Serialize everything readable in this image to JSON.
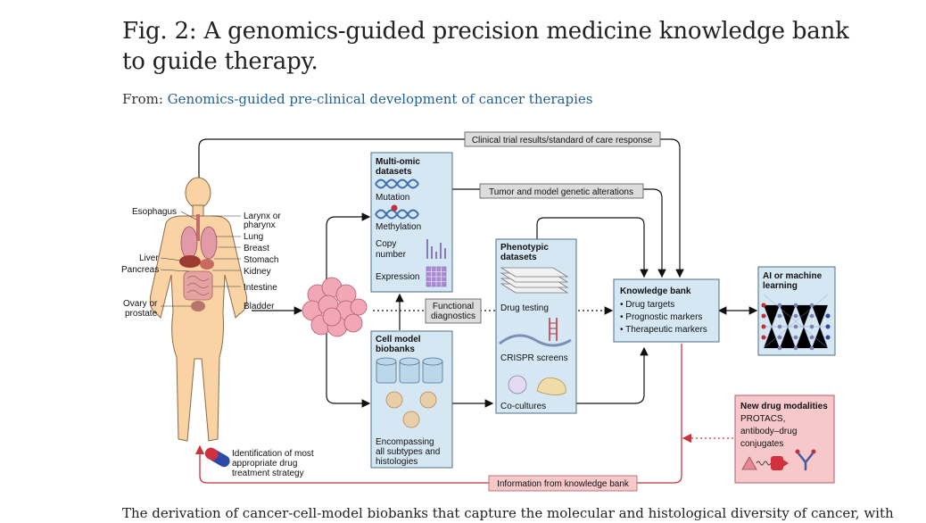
{
  "page": {
    "title": "Fig. 2: A genomics-guided precision medicine knowledge bank to guide therapy.",
    "from_label": "From:",
    "from_link": "Genomics-guided pre-clinical development of cancer therapies",
    "caption": "The derivation of cancer-cell-model biobanks that capture the molecular and histological diversity of cancer, with"
  },
  "figure": {
    "organs_left": [
      "Esophagus",
      "Liver",
      "Pancreas",
      "Ovary or",
      "prostate"
    ],
    "organs_right": [
      "Larynx or",
      "pharynx",
      "Lung",
      "Breast",
      "Stomach",
      "Kidney",
      "Intestine",
      "Bladder"
    ],
    "top_feedback": "Clinical trial results/standard of care response",
    "multiomic": {
      "title_1": "Multi-omic",
      "title_2": "datasets",
      "items": [
        "Mutation",
        "Methylation",
        "Copy",
        "number",
        "Expression"
      ]
    },
    "tumor_alterations": "Tumor and model genetic alterations",
    "functional_1": "Functional",
    "functional_2": "diagnostics",
    "cell_model": {
      "title_1": "Cell model",
      "title_2": "biobanks",
      "desc": [
        "Encompassing",
        "all subtypes and",
        "histologies"
      ]
    },
    "phenotypic": {
      "title_1": "Phenotypic",
      "title_2": "datasets",
      "items": [
        "Drug testing",
        "CRISPR screens",
        "Co-cultures"
      ]
    },
    "knowledge_bank": {
      "title": "Knowledge bank",
      "items": [
        "• Drug targets",
        "• Prognostic markers",
        "• Therapeutic markers"
      ]
    },
    "ai": {
      "title_1": "AI or machine",
      "title_2": "learning"
    },
    "new_drug": {
      "title": "New drug modalities",
      "items": [
        "PROTACS,",
        "antibody–drug",
        "conjugates"
      ]
    },
    "identification": [
      "Identification of most",
      "appropriate drug",
      "treatment strategy"
    ],
    "info_from_kb": "Information from knowledge bank",
    "colors": {
      "box_fill": "#d4e7f3",
      "box_stroke": "#4d6f86",
      "gray_label": "#dcdcdc",
      "pink_fill": "#f7c8c9",
      "red_line": "#c8343b",
      "body_fill": "#f9d3a3"
    }
  }
}
